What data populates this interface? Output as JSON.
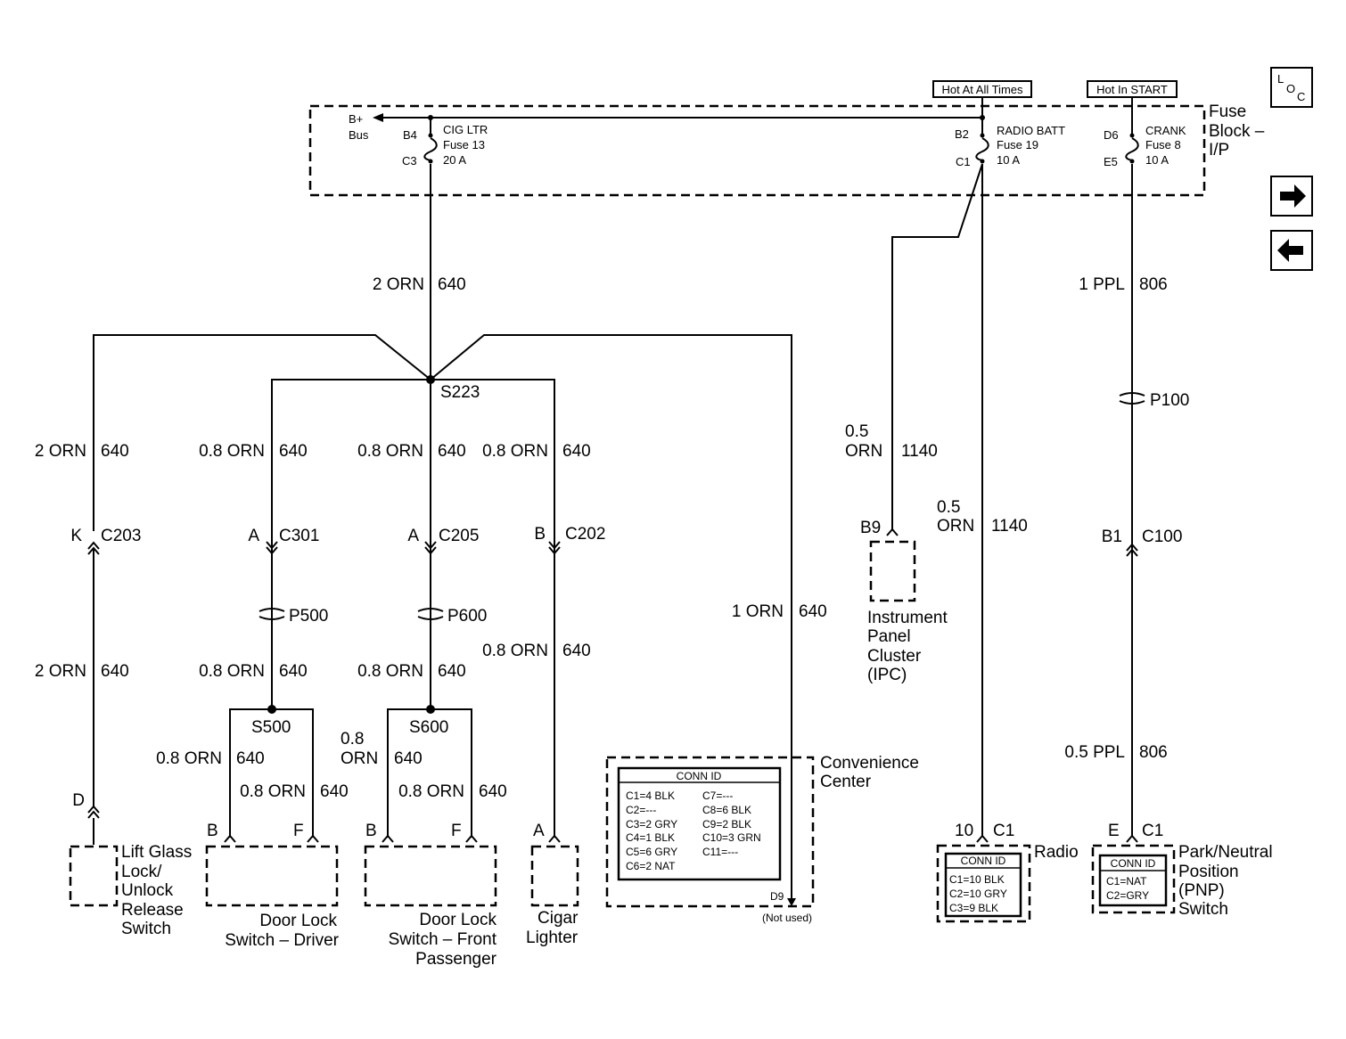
{
  "header_tags": {
    "hot_at_all_times": "Hot At All Times",
    "hot_in_start": "Hot In START"
  },
  "fuse_block": {
    "title_line1": "Fuse",
    "title_line2": "Block –",
    "title_line3": "I/P",
    "bplus_line1": "B+",
    "bplus_line2": "Bus",
    "cig": {
      "name": "CIG LTR",
      "fuse": "Fuse 13",
      "amps": "20 A",
      "pin_in": "B4",
      "pin_out": "C3"
    },
    "radio": {
      "name": "RADIO BATT",
      "fuse": "Fuse 19",
      "amps": "10 A",
      "pin_in": "B2",
      "pin_out": "C1"
    },
    "crank": {
      "name": "CRANK",
      "fuse": "Fuse 8",
      "amps": "10 A",
      "pin_in": "D6",
      "pin_out": "E5"
    }
  },
  "nav": {
    "loc_l": "L",
    "loc_o": "O",
    "loc_c": "C",
    "forward": "forward-arrow-icon",
    "back": "back-arrow-icon"
  },
  "wires": {
    "main_size": "2 ORN",
    "main_circuit": "640",
    "left_size": "2 ORN",
    "left_circuit": "640",
    "left_lower_size": "2 ORN",
    "left_lower_circuit": "640",
    "c301_size": "0.8 ORN",
    "c301_circuit": "640",
    "c205_size": "0.8 ORN",
    "c205_circuit": "640",
    "c202_size": "0.8 ORN",
    "c202_circuit": "640",
    "p500_size": "0.8 ORN",
    "p500_circuit": "640",
    "p600_size": "0.8 ORN",
    "p600_circuit": "640",
    "cigar_size": "0.8 ORN",
    "cigar_circuit": "640",
    "conv_size": "1 ORN",
    "conv_circuit": "640",
    "s500_b_size": "0.8 ORN",
    "s500_b_circuit": "640",
    "s500_f_size": "0.8 ORN",
    "s500_f_circuit": "640",
    "s600_b_size1": "0.8",
    "s600_b_size2": "ORN",
    "s600_b_circuit": "640",
    "s600_f_size": "0.8 ORN",
    "s600_f_circuit": "640",
    "ipc_size1": "0.5",
    "ipc_size2": "ORN",
    "ipc_circuit": "1140",
    "radio_size1": "0.5",
    "radio_size2": "ORN",
    "radio_circuit": "1140",
    "crank_size": "1 PPL",
    "crank_circuit": "806",
    "pnp_size": "0.5 PPL",
    "pnp_circuit": "806"
  },
  "splices": {
    "s223": "S223",
    "s500": "S500",
    "s600": "S600"
  },
  "connectors": {
    "c203_pin": "K",
    "c203": "C203",
    "c301_pin": "A",
    "c301": "C301",
    "c205_pin": "A",
    "c205": "C205",
    "c202_pin": "B",
    "c202": "C202",
    "ipc_pin": "B9",
    "c100_pin": "B1",
    "c100": "C100",
    "p500": "P500",
    "p600": "P600",
    "p100": "P100",
    "lift_pin": "D",
    "dl_driver_b": "B",
    "dl_driver_f": "F",
    "dl_pass_b": "B",
    "dl_pass_f": "F",
    "cigar_pin": "A",
    "conv_pin": "D9",
    "conv_note": "(Not used)",
    "radio_pin": "10",
    "radio_conn": "C1",
    "pnp_pin": "E",
    "pnp_conn": "C1"
  },
  "components": {
    "lift_glass": [
      "Lift Glass",
      "Lock/",
      "Unlock",
      "Release",
      "Switch"
    ],
    "door_driver": [
      "Door Lock",
      "Switch – Driver"
    ],
    "door_pass": [
      "Door Lock",
      "Switch – Front",
      "Passenger"
    ],
    "cigar": [
      "Cigar",
      "Lighter"
    ],
    "convenience": [
      "Convenience",
      "Center"
    ],
    "ipc": [
      "Instrument",
      "Panel",
      "Cluster",
      "(IPC)"
    ],
    "radio": "Radio",
    "pnp": [
      "Park/Neutral",
      "Position",
      "(PNP)",
      "Switch"
    ]
  },
  "conn_tables": {
    "convenience": {
      "title": "CONN ID",
      "left": [
        "C1=4 BLK",
        "C2=---",
        "C3=2 GRY",
        "C4=1 BLK",
        "C5=6 GRY",
        "C6=2 NAT"
      ],
      "right": [
        "C7=---",
        "C8=6 BLK",
        "C9=2 BLK",
        "C10=3 GRN",
        "C11=---"
      ]
    },
    "radio": {
      "title": "CONN ID",
      "rows": [
        "C1=10 BLK",
        "C2=10 GRY",
        "C3=9 BLK"
      ]
    },
    "pnp": {
      "title": "CONN ID",
      "rows": [
        "C1=NAT",
        "C2=GRY"
      ]
    }
  }
}
